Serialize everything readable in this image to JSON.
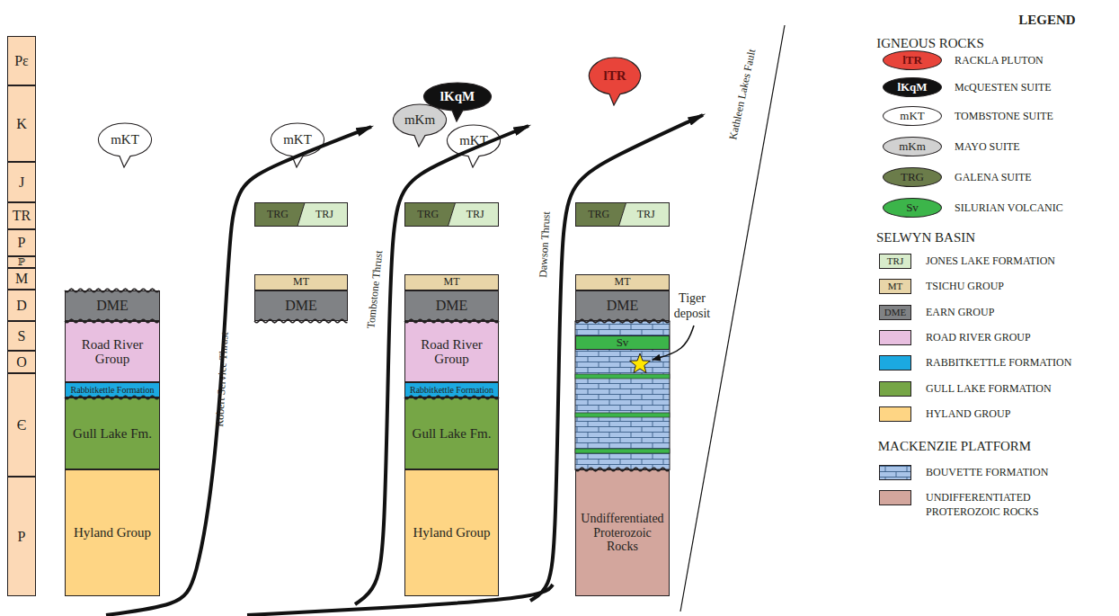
{
  "diagram": {
    "nodes": [
      {
        "text": [
          "Pε"
        ]
      },
      {
        "text": [
          "K"
        ]
      },
      {
        "text": [
          "J"
        ]
      },
      {
        "text": [
          "TR"
        ]
      },
      {
        "text": [
          "P"
        ]
      },
      {
        "text": [
          "ℙ"
        ]
      },
      {
        "text": [
          "M"
        ]
      },
      {
        "text": [
          "D"
        ]
      },
      {
        "text": [
          "S"
        ]
      },
      {
        "text": [
          "O"
        ]
      },
      {
        "text": [
          "Є"
        ]
      },
      {
        "text": [
          "P"
        ]
      },
      {
        "text": [
          "mKT"
        ]
      },
      {
        "text": [
          "DME"
        ]
      },
      {
        "text": [
          "Road River Group"
        ]
      },
      {
        "text": [
          "Rabbitkettle Formation"
        ]
      },
      {
        "text": [
          "Gull Lake Fm."
        ]
      },
      {
        "text": [
          "Hyland Group"
        ]
      },
      {
        "text": [
          "mKT"
        ]
      },
      {
        "text": [
          "TRG",
          "TRJ"
        ]
      },
      {
        "text": [
          "MT"
        ]
      },
      {
        "text": [
          "DME"
        ]
      },
      {
        "text": [
          "lKqM"
        ]
      },
      {
        "text": [
          "mKm"
        ]
      },
      {
        "text": [
          "mKT"
        ]
      },
      {
        "text": [
          "TRG",
          "TRJ"
        ]
      },
      {
        "text": [
          "MT"
        ]
      },
      {
        "text": [
          "DME"
        ]
      },
      {
        "text": [
          "Road River Group"
        ]
      },
      {
        "text": [
          "Rabbitkettle Formation"
        ]
      },
      {
        "text": [
          "Gull Lake Fm."
        ]
      },
      {
        "text": [
          "Hyland Group"
        ]
      },
      {
        "text": [
          "lTR"
        ]
      },
      {
        "text": [
          "TRG",
          "TRJ"
        ]
      },
      {
        "text": [
          "MT"
        ]
      },
      {
        "text": [
          "DME"
        ]
      },
      {
        "text": [
          "Sv"
        ]
      },
      {
        "text": [
          "Undifferentiated Proterozoic Rocks"
        ]
      }
    ],
    "labels": [
      "Robert Service Thrust",
      "Tombstone Thrust",
      "Dawson Thrust",
      "Kathleen Lakes Fault",
      "Tiger deposit",
      "LEGEND",
      "IGNEOUS ROCKS",
      "lTR",
      "lKqM",
      "mKT",
      "mKm",
      "TRG",
      "Sv",
      "SELWYN BASIN",
      "TRJ",
      "MT",
      "DME",
      "MACKENZIE PLATFORM"
    ],
    "legend": [
      {
        "text": "RACKLA PLUTON",
        "color": "#e8443a"
      },
      {
        "text": "McQUESTEN SUITE",
        "color": "#111111"
      },
      {
        "text": "TOMBSTONE SUITE",
        "color": "#ffffff"
      },
      {
        "text": "MAYO SUITE",
        "color": "#d1d1d1"
      },
      {
        "text": "GALENA SUITE",
        "color": "#6b7c4a"
      },
      {
        "text": "SILURIAN VOLCANIC",
        "color": "#3cb54a"
      },
      {
        "text": "JONES LAKE FORMATION",
        "color": "#d8eccb"
      },
      {
        "text": "TSICHU GROUP",
        "color": "#e8d5a8"
      },
      {
        "text": "EARN GROUP",
        "color": "#808285"
      },
      {
        "text": "ROAD RIVER GROUP",
        "color": "#e8bfe0"
      },
      {
        "text": "RABBITKETTLE FORMATION",
        "color": "#1ba9e1"
      },
      {
        "text": "GULL LAKE FORMATION",
        "color": "#76a646"
      },
      {
        "text": "HYLAND GROUP",
        "color": "#fed584"
      },
      {
        "text": "BOUVETTE FORMATION",
        "color": "#a9c4e8"
      },
      {
        "text": "UNDIFFERENTIATED PROTEROZOIC ROCKS",
        "color": "#d3a69d"
      }
    ]
  }
}
